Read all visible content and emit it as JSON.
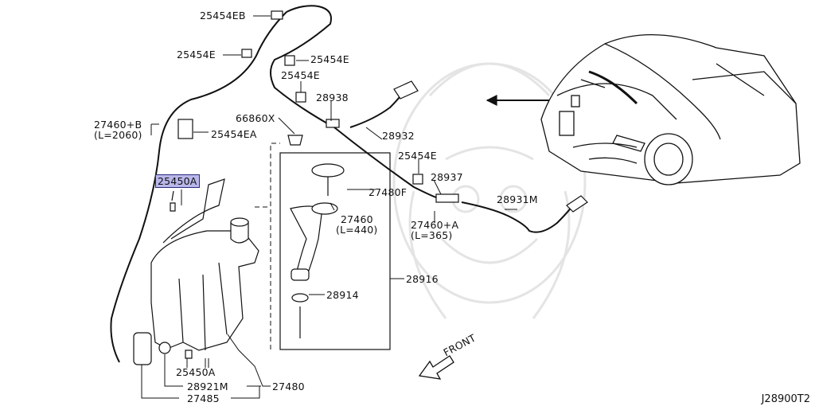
{
  "labels": {
    "l25454EB": "25454EB",
    "l25454E_a": "25454E",
    "l25454E_b": "25454E",
    "l25454E_c": "25454E",
    "l28938": "28938",
    "l66860X": "66860X",
    "l27460B": "27460+B",
    "l27460B_len": "(L=2060)",
    "l25454EA": "25454EA",
    "l28932": "28932",
    "l25454E_d": "25454E",
    "l28937": "28937",
    "l25450A_hl": "25450A",
    "l27480F": "27480F",
    "l27460": "27460",
    "l27460_len": "(L=440)",
    "l27460A": "27460+A",
    "l27460A_len": "(L=365)",
    "l28931M": "28931M",
    "l28916": "28916",
    "l28914": "28914",
    "l25450A_b": "25450A",
    "l28921M": "28921M",
    "l27480": "27480",
    "l27485": "27485",
    "front": "FRONT",
    "diagram_code": "J28900T2"
  },
  "highlight_color": "#b9b7ea"
}
